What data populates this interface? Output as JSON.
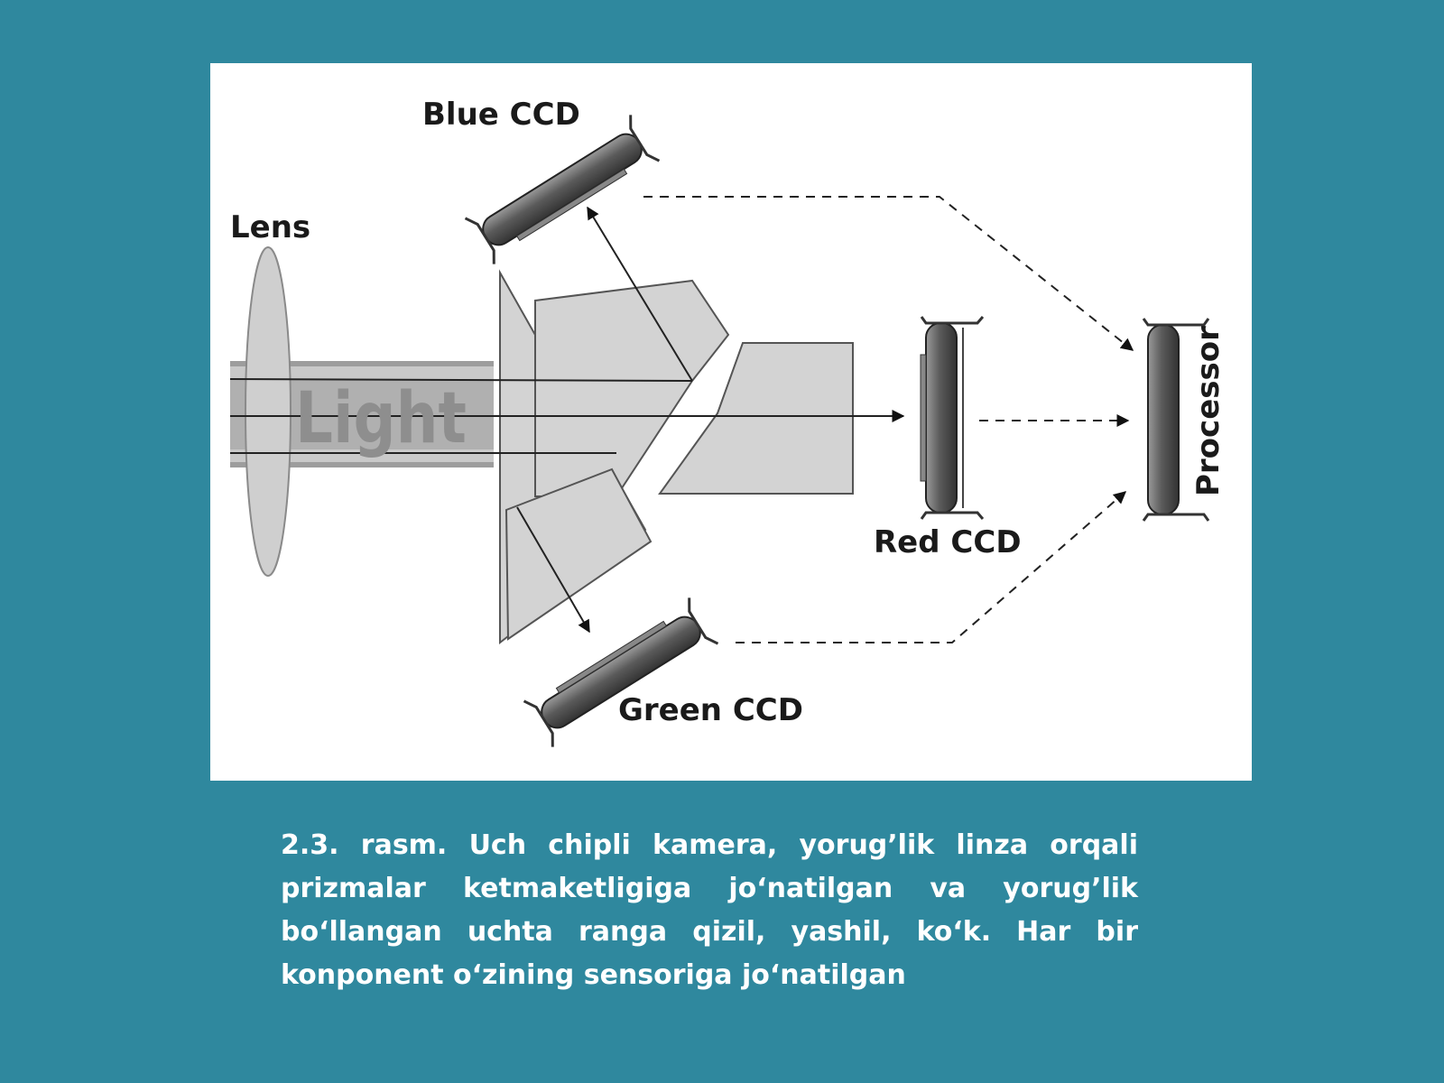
{
  "slide": {
    "background_color": "#2f889e",
    "diagram": {
      "labels": {
        "blue_ccd": "Blue CCD",
        "lens": "Lens",
        "light": "Light",
        "red_ccd": "Red CCD",
        "green_ccd": "Green CCD",
        "processor": "Processor"
      }
    },
    "caption": "2.3. rasm. Uch chipli kamera, yorug’lik linza orqali prizmalar ketmaketligiga jo‘natilgan va yorug’lik bo‘llangan uchta ranga qizil, yashil, ko‘k. Har bir konponent o‘zining sensoriga jo‘natilgan"
  }
}
